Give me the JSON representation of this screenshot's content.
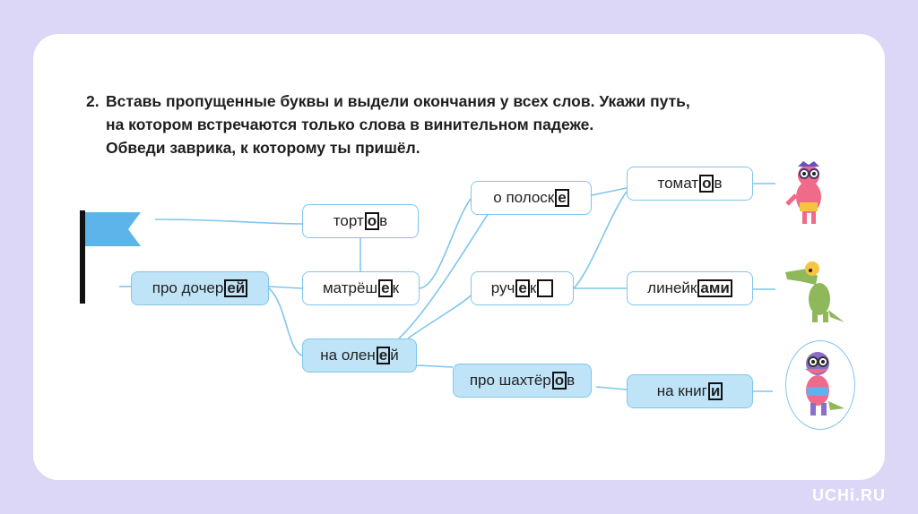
{
  "task": {
    "number": "2.",
    "lines": [
      "Вставь пропущенные буквы и выдели окончания у всех слов. Укажи путь,",
      "на котором встречаются только слова в винительном падеже.",
      "Обведи заврика, к которому ты пришёл."
    ]
  },
  "nodes": {
    "tortov": {
      "stem": "торт",
      "letter": "о",
      "rest": "в"
    },
    "pro_docherey": {
      "stem": "про дочер",
      "letter": "ей",
      "rest": ""
    },
    "matryoshek": {
      "stem": "матрёш",
      "letter": "е",
      "rest": "к"
    },
    "na_oleney": {
      "stem": "на олен",
      "letter": "е",
      "rest": "й"
    },
    "o_poloske": {
      "stem": "о полоск",
      "letter": "е",
      "rest": ""
    },
    "ruchek": {
      "stem": "руч",
      "letter": "е",
      "rest": "к"
    },
    "pro_shakhterov": {
      "stem": "про шахтёр",
      "letter": "о",
      "rest": "в"
    },
    "tomatov": {
      "stem": "томат",
      "letter": "о",
      "rest": "в"
    },
    "lineykami": {
      "stem": "линейк",
      "letter": "ами",
      "rest": ""
    },
    "na_knigi": {
      "stem": "на книг",
      "letter": "и",
      "rest": ""
    }
  },
  "colors": {
    "background": "#dcd6f7",
    "node_border": "#7fc6ea",
    "node_fill": "#bfe4f7",
    "flag": "#5cb4ea"
  },
  "icons": {
    "flag": "flag-icon",
    "dino_top": "pink-dino-icon",
    "dino_middle": "green-dino-icon",
    "dino_bottom": "purple-dino-icon"
  },
  "brand": "UCHi.RU"
}
